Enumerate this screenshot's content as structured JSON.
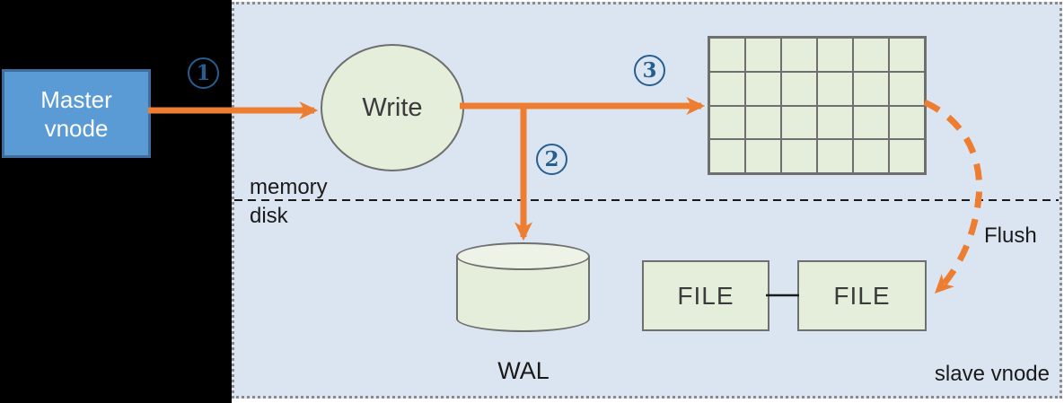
{
  "colors": {
    "background": "#000000",
    "canvas": "#ffffff",
    "panel_bg": "#dbe5f1",
    "panel_border": "#8a8a8a",
    "master_fill": "#5b9bd5",
    "master_border": "#3f6e9e",
    "master_text": "#ffffff",
    "node_fill": "#e4eedb",
    "cyl_top_fill": "#edf3e6",
    "node_border": "#6f6f6f",
    "node_text": "#3b3b3b",
    "arrow": "#ed7d31",
    "step_badge": "#255e91",
    "label_text": "#1a1a1a"
  },
  "nodes": {
    "master": {
      "label": "Master\nvnode"
    },
    "write": {
      "label": "Write"
    },
    "wal": {
      "label": "WAL"
    },
    "files": [
      {
        "label": "FILE"
      },
      {
        "label": "FILE"
      }
    ]
  },
  "mem_table": {
    "rows": 4,
    "cols": 6
  },
  "steps": [
    {
      "n": "1"
    },
    {
      "n": "2"
    },
    {
      "n": "3"
    }
  ],
  "labels": {
    "memory": "memory",
    "disk": "disk",
    "flush": "Flush",
    "slave_vnode": "slave vnode"
  }
}
